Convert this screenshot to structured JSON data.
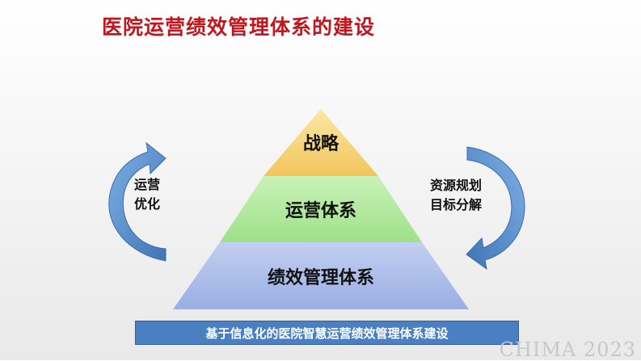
{
  "title": "医院运营绩效管理体系的建设",
  "pyramid": {
    "tiers": [
      {
        "label": "战略",
        "color": "#f7d170"
      },
      {
        "label": "运营体系",
        "color": "#b2e89e"
      },
      {
        "label": "绩效管理体系",
        "color": "#aebdea"
      }
    ]
  },
  "cycle": {
    "left_label_line1": "运营",
    "left_label_line2": "优化",
    "right_label_line1": "资源规划",
    "right_label_line2": "目标分解",
    "arrow_color": "#4f86c6"
  },
  "base_banner": "基于信息化的医院智慧运营绩效管理体系建设",
  "watermark": "CHIMA 2023"
}
